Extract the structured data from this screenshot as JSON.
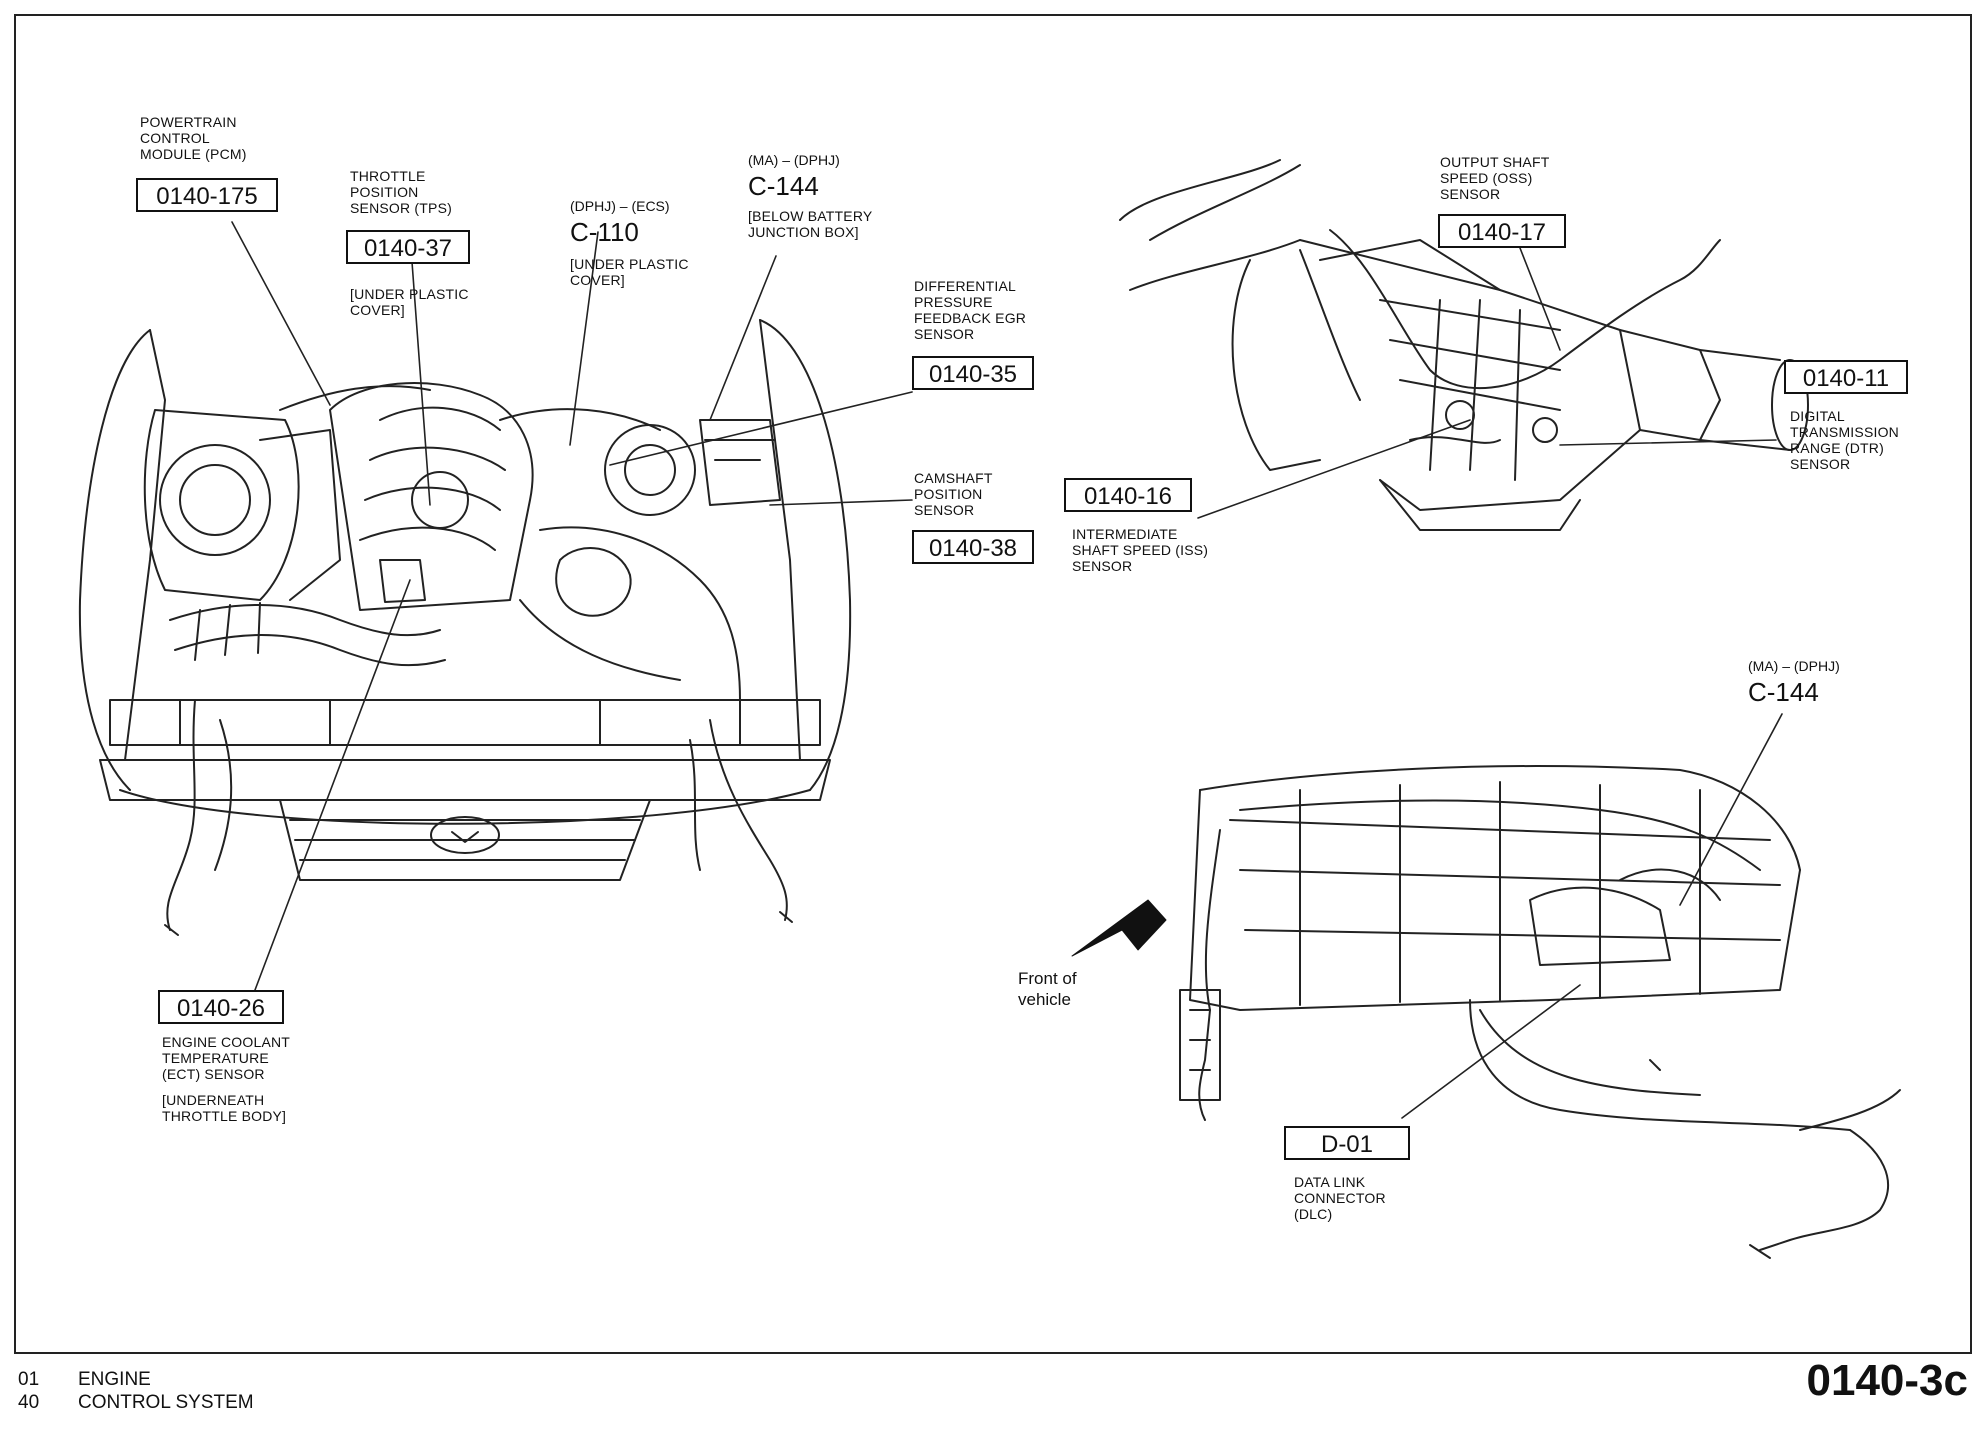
{
  "labels": {
    "pcm": {
      "box": "0140-175",
      "text": "POWERTRAIN\nCONTROL\nMODULE (PCM)"
    },
    "tps": {
      "box": "0140-37",
      "text": "THROTTLE\nPOSITION\nSENSOR (TPS)",
      "note": "[UNDER PLASTIC\nCOVER]"
    },
    "c110": {
      "code": "(DPHJ) – (ECS)",
      "connector": "C-110",
      "note": "[UNDER PLASTIC\nCOVER]"
    },
    "c144_engine": {
      "code": "(MA) – (DPHJ)",
      "connector": "C-144",
      "note": "[BELOW BATTERY\nJUNCTION BOX]"
    },
    "egr": {
      "box": "0140-35",
      "text": "DIFFERENTIAL\nPRESSURE\nFEEDBACK EGR\nSENSOR"
    },
    "cam": {
      "box": "0140-38",
      "text": "CAMSHAFT\nPOSITION\nSENSOR"
    },
    "ect": {
      "box": "0140-26",
      "text": "ENGINE COOLANT\nTEMPERATURE\n(ECT) SENSOR",
      "note": "[UNDERNEATH\nTHROTTLE BODY]"
    },
    "oss": {
      "box": "0140-17",
      "text": "OUTPUT SHAFT\nSPEED (OSS)\nSENSOR"
    },
    "dtr": {
      "box": "0140-11",
      "text": "DIGITAL\nTRANSMISSION\nRANGE (DTR)\nSENSOR"
    },
    "iss": {
      "box": "0140-16",
      "text": "INTERMEDIATE\nSHAFT SPEED (ISS)\nSENSOR"
    },
    "c144_dash": {
      "code": "(MA) – (DPHJ)",
      "connector": "C-144"
    },
    "dlc": {
      "box": "D-01",
      "text": "DATA LINK\nCONNECTOR\n(DLC)"
    },
    "front": "Front   of\nvehicle"
  },
  "footer": {
    "line1_num": "01",
    "line1_text": "ENGINE",
    "line2_num": "40",
    "line2_text": "CONTROL SYSTEM",
    "page": "0140-3c"
  }
}
